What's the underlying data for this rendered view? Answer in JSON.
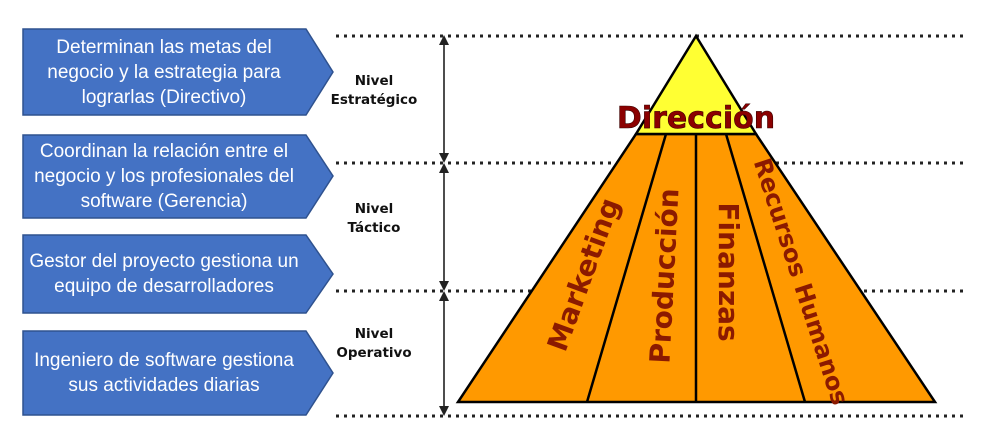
{
  "callouts": [
    {
      "text": "Determinan las metas del negocio y la estrategia para lograrlas (Directivo)"
    },
    {
      "text": "Coordinan la relación entre el negocio y los profesionales del software (Gerencia)"
    },
    {
      "text": "Gestor del proyecto gestiona un equipo de desarrolladores"
    },
    {
      "text": "Ingeniero de software gestiona sus actividades diarias"
    }
  ],
  "levels": [
    {
      "line1": "Nivel",
      "line2": "Estratégico"
    },
    {
      "line1": "Nivel",
      "line2": "Táctico"
    },
    {
      "line1": "Nivel",
      "line2": "Operativo"
    }
  ],
  "pyramid": {
    "top_label": "Dirección",
    "departments": [
      "Marketing",
      "Producción",
      "Finanzas",
      "Recursos Humanos"
    ]
  },
  "colors": {
    "callout_fill": "#4472c4",
    "callout_border": "#2f528f",
    "apex": "#ffff33",
    "body": "#ff9900",
    "text_dark_red": "#8b0000"
  }
}
